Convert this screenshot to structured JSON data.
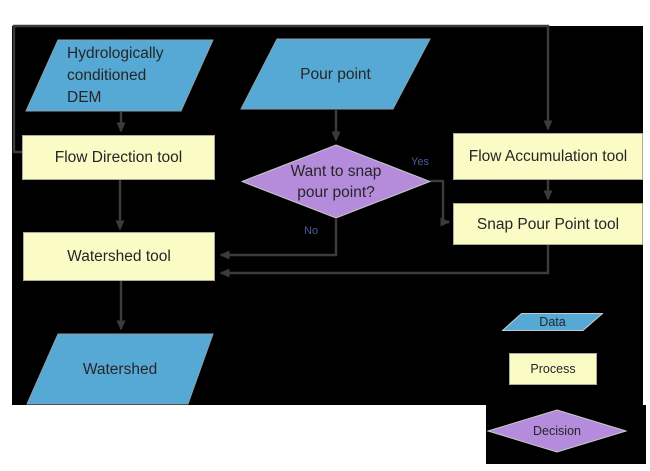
{
  "diagram": {
    "nodes": {
      "dem": {
        "line1": "Hydrologically",
        "line2": "conditioned",
        "line3": "DEM",
        "shape": "data-parallelogram"
      },
      "pour_point": {
        "label": "Pour point",
        "shape": "data-parallelogram"
      },
      "flow_direction": {
        "label": "Flow Direction tool",
        "shape": "process-rectangle"
      },
      "flow_accumulation": {
        "label": "Flow Accumulation tool",
        "shape": "process-rectangle"
      },
      "snap_pour_point": {
        "label": "Snap Pour Point tool",
        "shape": "process-rectangle"
      },
      "decision": {
        "line1": "Want to snap",
        "line2": "pour point?",
        "shape": "decision-diamond"
      },
      "watershed_tool": {
        "label": "Watershed tool",
        "shape": "process-rectangle"
      },
      "watershed": {
        "label": "Watershed",
        "shape": "data-parallelogram"
      }
    },
    "edge_labels": {
      "yes": "Yes",
      "no": "No"
    },
    "legend": {
      "data": "Data",
      "process": "Process",
      "decision": "Decision"
    },
    "colors": {
      "background": "#000000",
      "data_fill": "#56a9d4",
      "process_fill": "#fbfbc6",
      "decision_fill": "#b48cdb",
      "connector": "#3b3b3b",
      "text": "#262626"
    }
  }
}
